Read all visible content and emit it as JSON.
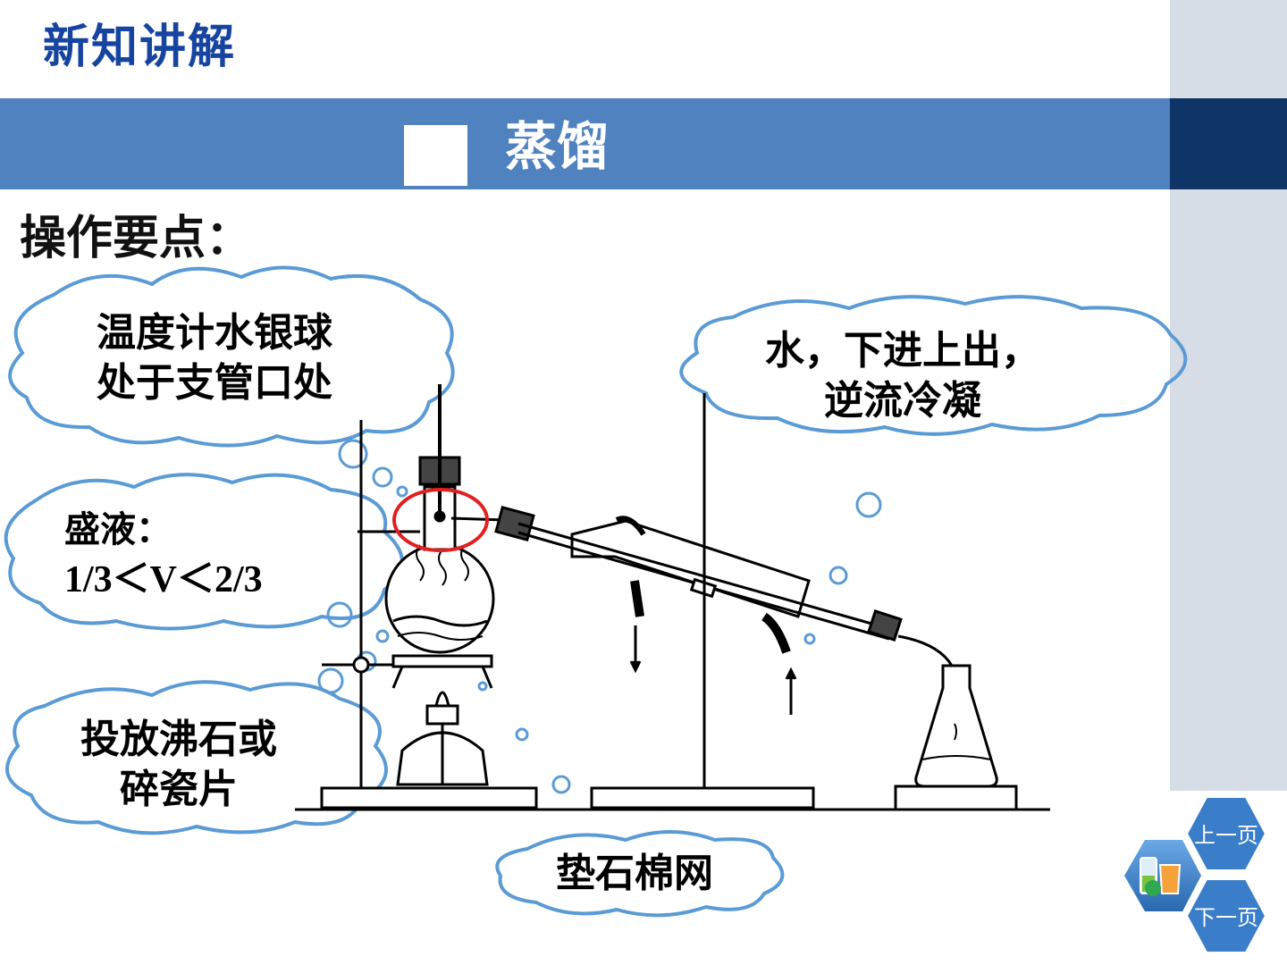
{
  "header": {
    "title": "新知讲解"
  },
  "banner": {
    "title": "蒸馏"
  },
  "section": {
    "heading": "操作要点："
  },
  "clouds": {
    "thermometer": {
      "line1": "温度计水银球",
      "line2": "处于支管口处"
    },
    "liquid": {
      "line1": "盛液：",
      "line2": "1/3＜V＜2/3"
    },
    "water": {
      "line1": "水，下进上出，",
      "line2": "逆流冷凝"
    },
    "boiling": {
      "line1": "投放沸石或",
      "line2": "碎瓷片"
    },
    "gauze": {
      "line1": "垫石棉网"
    }
  },
  "nav": {
    "prev_label": "上一页",
    "next_label": "下一页"
  },
  "colors": {
    "title_blue": "#1744a0",
    "banner_blue": "#4f82bf",
    "banner_dark": "#0f3566",
    "cloud_border": "#5b9bd5",
    "highlight_red": "#e02020",
    "nav_hex": "#3a7dc9"
  }
}
